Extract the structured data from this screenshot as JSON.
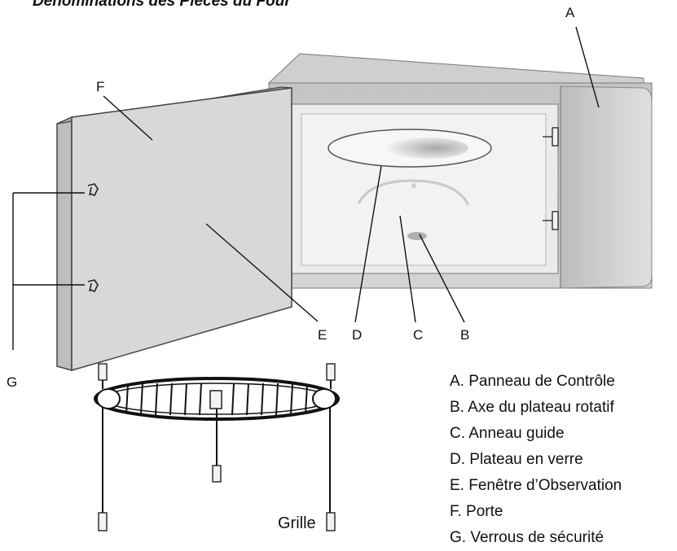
{
  "title": "Dénominations des Pièces du Four",
  "callouts": {
    "a": "A",
    "b": "B",
    "c": "C",
    "d": "D",
    "e": "E",
    "f": "F",
    "g": "G"
  },
  "grille_label": "Grille",
  "legend": [
    "A. Panneau de Contrôle",
    "B. Axe du plateau rotatif",
    "C. Anneau guide",
    "D. Plateau en verre",
    "E. Fenêtre d’Observation",
    "F. Porte",
    "G. Verrous de sécurité"
  ],
  "colors": {
    "ink": "#111111",
    "body_gray": "#b9b9b9",
    "door_gray": "#d6d6d6",
    "cavity_gray": "#e9e9e9"
  }
}
